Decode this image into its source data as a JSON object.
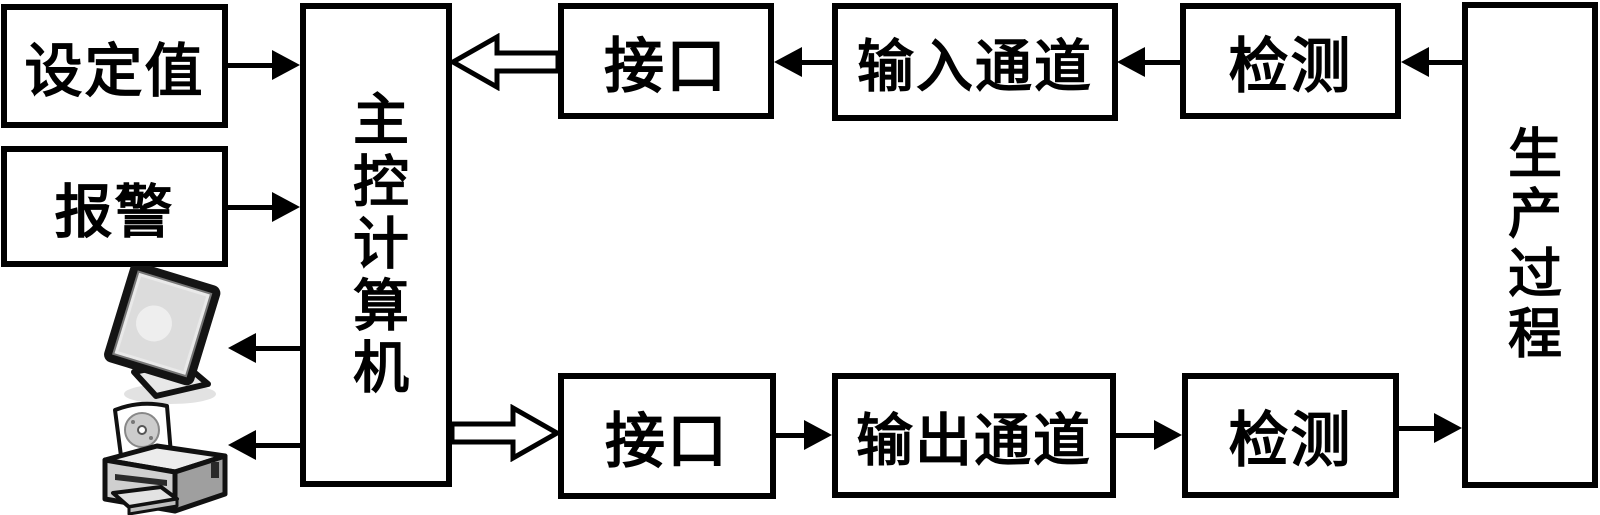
{
  "diagram": {
    "title": "computer-control-system-block-diagram",
    "boxes": {
      "setpoint": "设定值",
      "alarm": "报警",
      "main_computer": "主控计算机",
      "interface_top": "接口",
      "input_channel": "输入通道",
      "detection_top": "检测",
      "production_process": "生产过程",
      "interface_bottom": "接口",
      "output_channel": "输出通道",
      "detection_bottom": "检测"
    },
    "icons": [
      {
        "name": "monitor-icon",
        "meaning": "display output device"
      },
      {
        "name": "printer-icon",
        "meaning": "printing output device"
      }
    ],
    "edges": [
      {
        "from": "setpoint",
        "to": "main_computer",
        "style": "solid"
      },
      {
        "from": "alarm",
        "to": "main_computer",
        "style": "solid"
      },
      {
        "from": "main_computer",
        "to": "monitor-icon",
        "style": "solid"
      },
      {
        "from": "main_computer",
        "to": "printer-icon",
        "style": "solid"
      },
      {
        "from": "production_process",
        "to": "detection_top",
        "style": "solid"
      },
      {
        "from": "detection_top",
        "to": "input_channel",
        "style": "solid"
      },
      {
        "from": "input_channel",
        "to": "interface_top",
        "style": "solid"
      },
      {
        "from": "interface_top",
        "to": "main_computer",
        "style": "hollow"
      },
      {
        "from": "main_computer",
        "to": "interface_bottom",
        "style": "hollow"
      },
      {
        "from": "interface_bottom",
        "to": "output_channel",
        "style": "solid"
      },
      {
        "from": "output_channel",
        "to": "detection_bottom",
        "style": "solid"
      },
      {
        "from": "detection_bottom",
        "to": "production_process",
        "style": "solid"
      }
    ],
    "colors": {
      "line": "#000000",
      "background": "#ffffff",
      "box_fill": "#ffffff",
      "icon_gray": "#c8c8c8"
    }
  }
}
